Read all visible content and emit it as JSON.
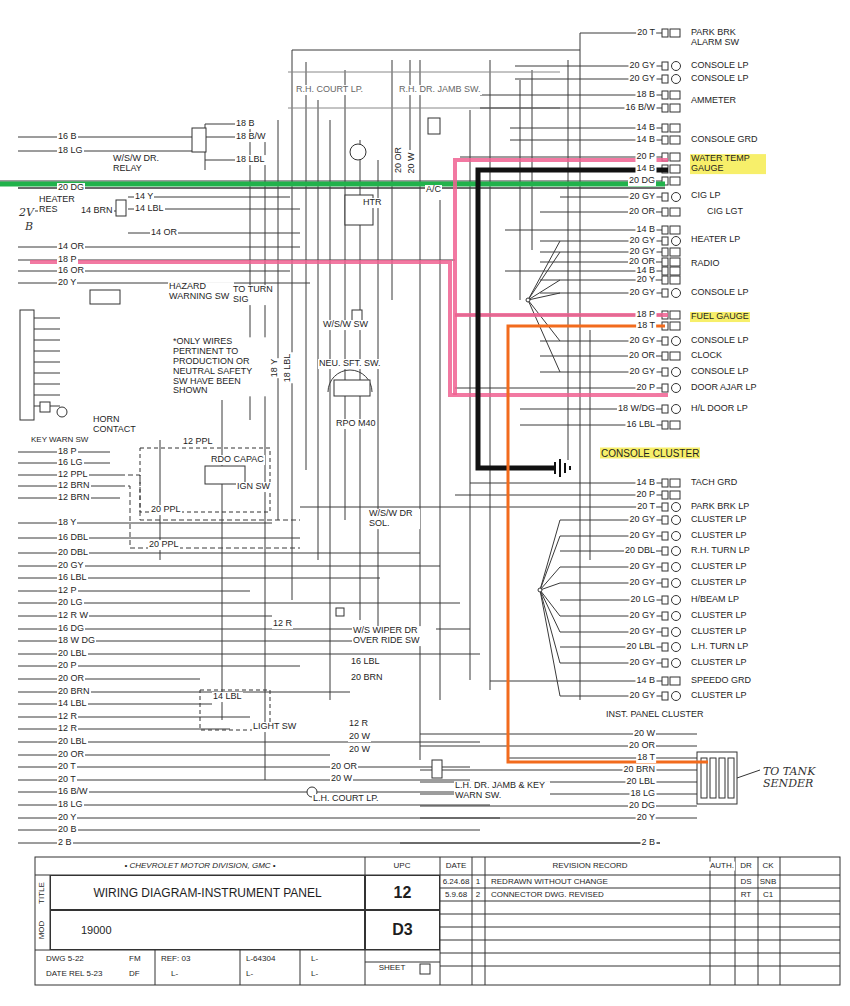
{
  "diagram": {
    "nodes": [
      {
        "text": [
          "WIRING DIAGRAM-INSTRUMENT PANEL"
        ]
      },
      {
        "text": [
          "19000"
        ]
      },
      {
        "text": [
          "12"
        ]
      },
      {
        "text": [
          "D3"
        ]
      }
    ],
    "labels": [
      "20 T",
      "20 GY",
      "20 GY",
      "18 B",
      "16 B/W",
      "14 B",
      "14 B",
      "20 P",
      "14 B",
      "20 DG",
      "20 GY",
      "20 OR",
      "14 B",
      "20 GY",
      "20 GY",
      "20 OR",
      "14 B",
      "20 Y",
      "20 GY",
      "18 P",
      "18 T",
      "20 GY",
      "20 OR",
      "20 GY",
      "20 P",
      "18 W/DG",
      "16 LBL",
      "14 B",
      "20 P",
      "20 T",
      "20 GY",
      "20 GY",
      "20 DBL",
      "20 GY",
      "20 GY",
      "20 LG",
      "20 GY",
      "20 GY",
      "20 LBL",
      "20 GY",
      "14 B",
      "20 GY",
      "20 W",
      "20 OR",
      "18 T",
      "20 BRN",
      "20 LBL",
      "18 LG",
      "20 DG",
      "20 Y",
      "2 B",
      "PARK BRK ALARM SW",
      "CONSOLE LP",
      "CONSOLE LP",
      "AMMETER",
      "CONSOLE GRD",
      "WATER TEMP GAUGE",
      "CIG LP",
      "CIG LGT",
      "HEATER LP",
      "RADIO",
      "CONSOLE LP",
      "FUEL GAUGE",
      "CONSOLE LP",
      "CLOCK",
      "CONSOLE LP",
      "DOOR AJAR LP",
      "H/L DOOR LP",
      "CONSOLE CLUSTER",
      "TACH GRD",
      "PARK BRK LP",
      "CLUSTER LP",
      "CLUSTER LP",
      "R.H. TURN LP",
      "CLUSTER LP",
      "CLUSTER LP",
      "H/BEAM LP",
      "CLUSTER LP",
      "CLUSTER LP",
      "L.H. TURN LP",
      "CLUSTER LP",
      "SPEEDO GRD",
      "CLUSTER LP",
      "INST. PANEL CLUSTER",
      "TO TANK SENDER",
      "16 B",
      "18 LG",
      "20 DG",
      "14 BRN",
      "14 OR",
      "18 P",
      "16 OR",
      "20 Y",
      "18 P",
      "16 LG",
      "12 PPL",
      "12 BRN",
      "12 BRN",
      "18 Y",
      "16 DBL",
      "20 DBL",
      "20 GY",
      "16 LBL",
      "12 P",
      "20 LG",
      "12 R W",
      "16 DG",
      "18 W DG",
      "20 LBL",
      "20 P",
      "20 OR",
      "20 BRN",
      "14 LBL",
      "12 R",
      "12 R",
      "20 LBL",
      "20 OR",
      "20 T",
      "20 T",
      "16 B/W",
      "18 LG",
      "20 Y",
      "20 B",
      "2 B",
      "W/S/W DR. RELAY",
      "HEATER RES",
      "2V",
      "B",
      "18 B",
      "18 B/W",
      "18 LBL",
      "14 Y",
      "14 LBL",
      "14 OR",
      "R.H. COURT LP.",
      "R.H. DR. JAMB SW.",
      "20 OR",
      "20 W",
      "A/C",
      "HTR",
      "HAZARD WARNING SW",
      "TO TURN SIG",
      "*ONLY WIRES PERTINENT TO PRODUCTION OR NEUTRAL SAFETY SW HAVE BEEN SHOWN",
      "W/S/W SW",
      "NEU. SFT. SW.",
      "RPO M40",
      "18 Y",
      "18 LBL",
      "HORN CONTACT",
      "KEY WARN SW",
      "12 PPL",
      "RDO CAPAC",
      "IGN SW",
      "20 PPL",
      "20 PPL",
      "W/S/W DR SOL.",
      "12 R",
      "W/S WIPER DR OVER RIDE SW",
      "16 LBL",
      "20 BRN",
      "14 LBL",
      "LIGHT SW",
      "12 R",
      "20 W",
      "20 W",
      "20 OR",
      "20 W",
      "L.H. COURT LP.",
      "L.H. DR. JAMB & KEY WARN SW.",
      "• CHEVROLET MOTOR DIVISION, GMC •",
      "UPC",
      "DATE",
      "REVISION RECORD",
      "AUTH.",
      "DR",
      "CK",
      "TITLE",
      "MOD",
      "6.24.68",
      "1",
      "REDRAWN WITHOUT CHANGE",
      "DS",
      "SNB",
      "5.9.68",
      "2",
      "CONNECTOR DWG. REVISED",
      "RT",
      "C1",
      "DWG 5-22",
      "FM",
      "DATE REL 5-23",
      "DF",
      "REF: 03",
      "L-64304",
      "L-",
      "L-",
      "L-",
      "L-",
      "SHEET"
    ]
  }
}
